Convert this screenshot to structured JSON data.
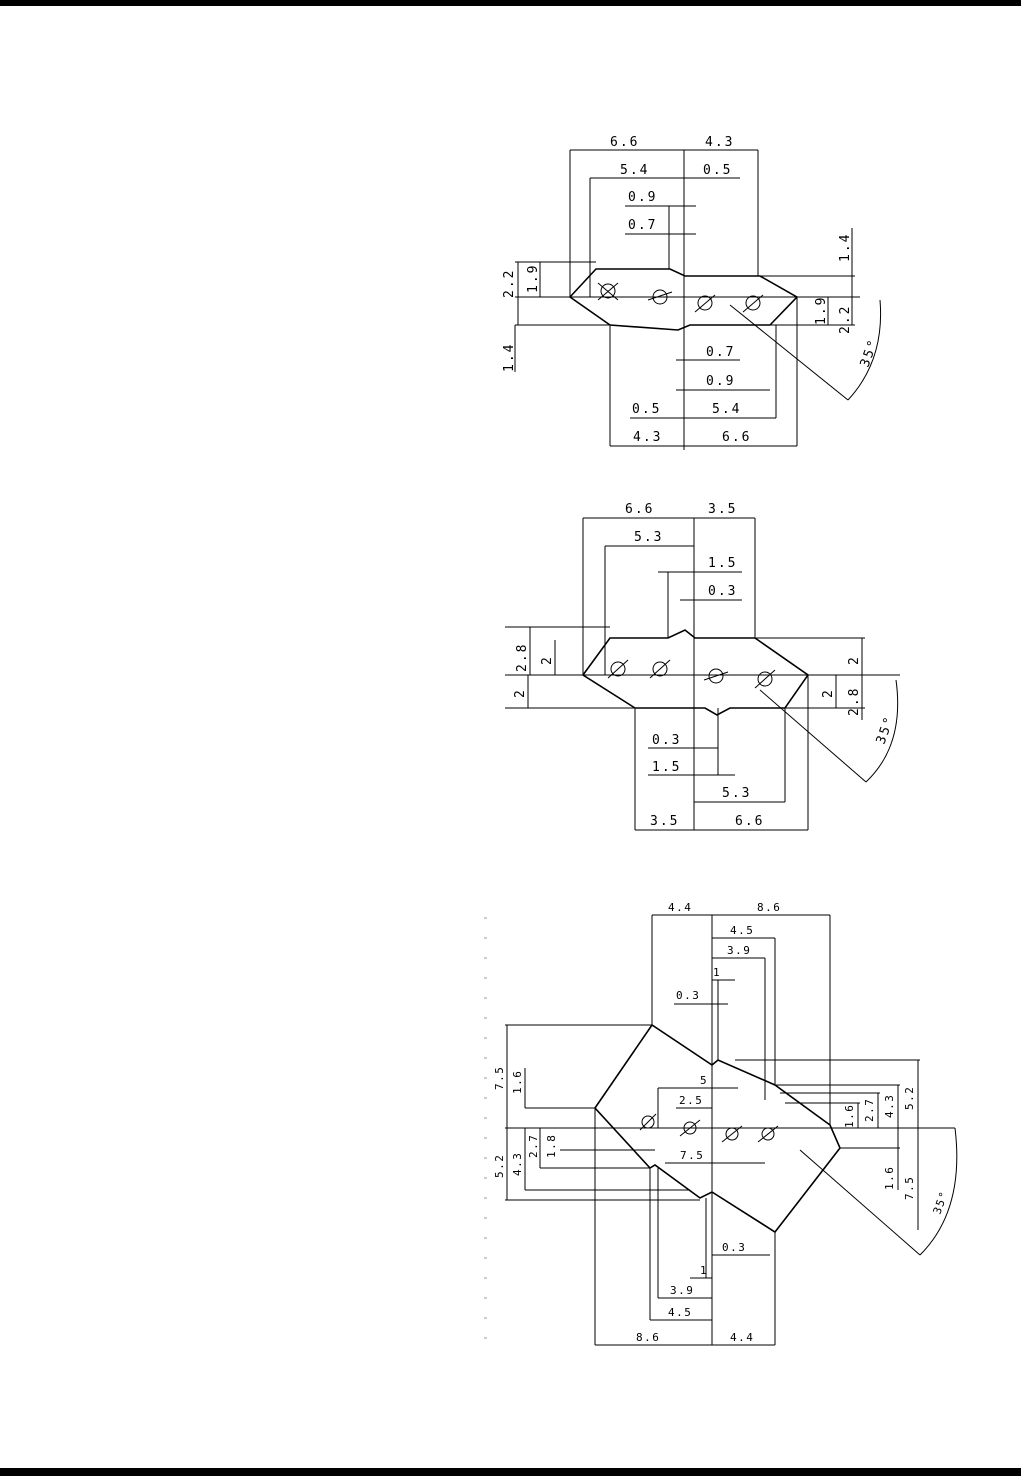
{
  "figures": [
    {
      "id": "figure-1",
      "angle_label": "35°",
      "dimensions": {
        "top_outer_left": "6.6",
        "top_outer_right": "4.3",
        "top_inner_left": "5.4",
        "top_inner_right": "0.5",
        "top_step_a": "0.9",
        "top_step_b": "0.7",
        "left_outer": "2.2",
        "left_inner": "1.9",
        "left_offset": "1.4",
        "right_inner": "1.9",
        "right_outer": "2.2",
        "right_offset": "1.4",
        "bottom_step_a": "0.7",
        "bottom_step_b": "0.9",
        "bottom_inner_left": "0.5",
        "bottom_inner_right": "5.4",
        "bottom_outer_left": "4.3",
        "bottom_outer_right": "6.6"
      }
    },
    {
      "id": "figure-2",
      "angle_label": "35°",
      "dimensions": {
        "top_outer_left": "6.6",
        "top_outer_right": "3.5",
        "top_inner": "5.3",
        "top_step_a": "1.5",
        "top_step_b": "0.3",
        "left_outer": "2.8",
        "left_inner": "2",
        "left_offset": "2",
        "right_top": "2",
        "right_inner": "2",
        "right_outer": "2.8",
        "bottom_step_a": "0.3",
        "bottom_step_b": "1.5",
        "bottom_inner": "5.3",
        "bottom_outer_left": "3.5",
        "bottom_outer_right": "6.6"
      }
    },
    {
      "id": "figure-3",
      "angle_label": "35°",
      "dimensions": {
        "top_outer_left": "4.4",
        "top_outer_right": "8.6",
        "top_a": "4.5",
        "top_b": "3.9",
        "top_c": "1",
        "top_d": "0.3",
        "center_a": "5",
        "center_b": "2.5",
        "center_c": "7.5",
        "left_a": "7.5",
        "left_b": "1.6",
        "left_c": "2.7",
        "left_d": "1.8",
        "left_e": "4.3",
        "left_f": "5.2",
        "right_a": "1.6",
        "right_b": "2.7",
        "right_c": "4.3",
        "right_d": "5.2",
        "right_e": "1.6",
        "right_f": "7.5",
        "bottom_a": "0.3",
        "bottom_b": "1",
        "bottom_c": "3.9",
        "bottom_d": "4.5",
        "bottom_outer_left": "8.6",
        "bottom_outer_right": "4.4"
      }
    }
  ]
}
